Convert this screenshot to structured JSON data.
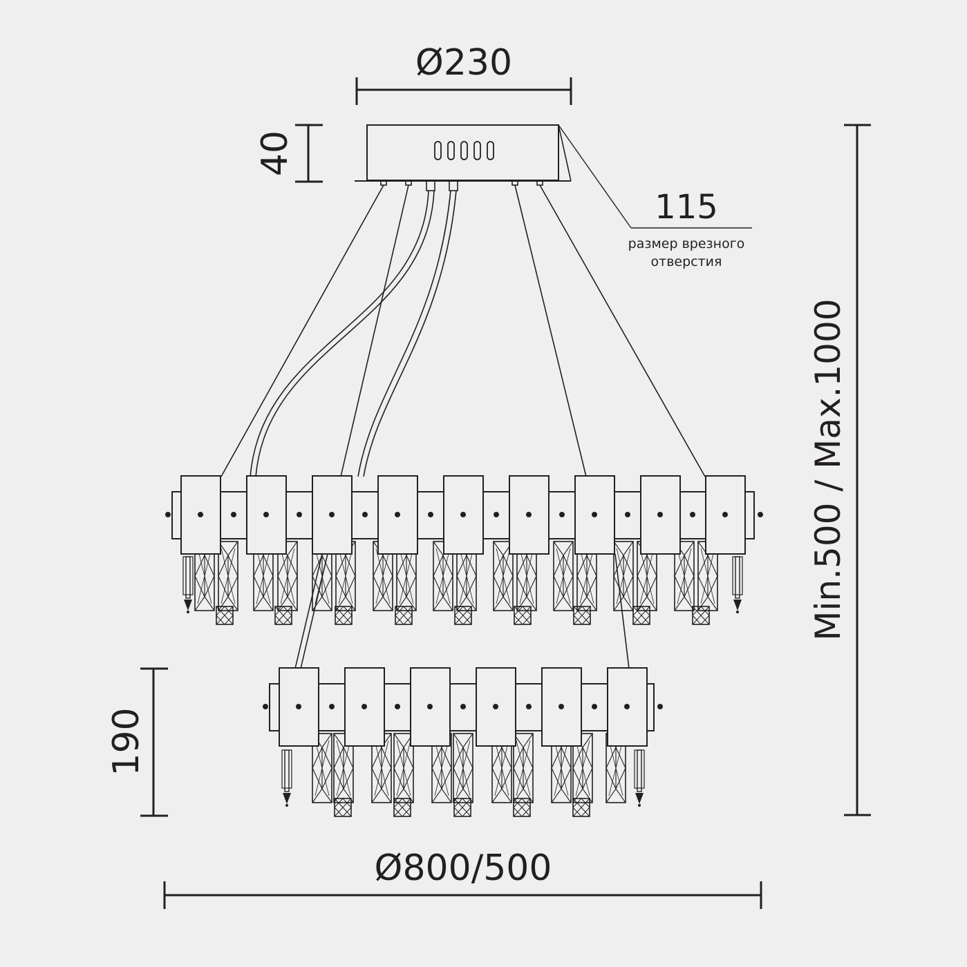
{
  "dimensions": {
    "canopy_diameter": "Ø230",
    "canopy_height": "40",
    "cutout_size": "115",
    "cutout_note_line1": "размер врезного",
    "cutout_note_line2": "отверстия",
    "total_height": "Min.500 / Max.1000",
    "lower_tier_height": "190",
    "diameters": "Ø800/500"
  },
  "canopy": {
    "indicator": "00000"
  },
  "colors": {
    "line": "#231f20",
    "background": "#efefef",
    "fill": "#efefef"
  }
}
